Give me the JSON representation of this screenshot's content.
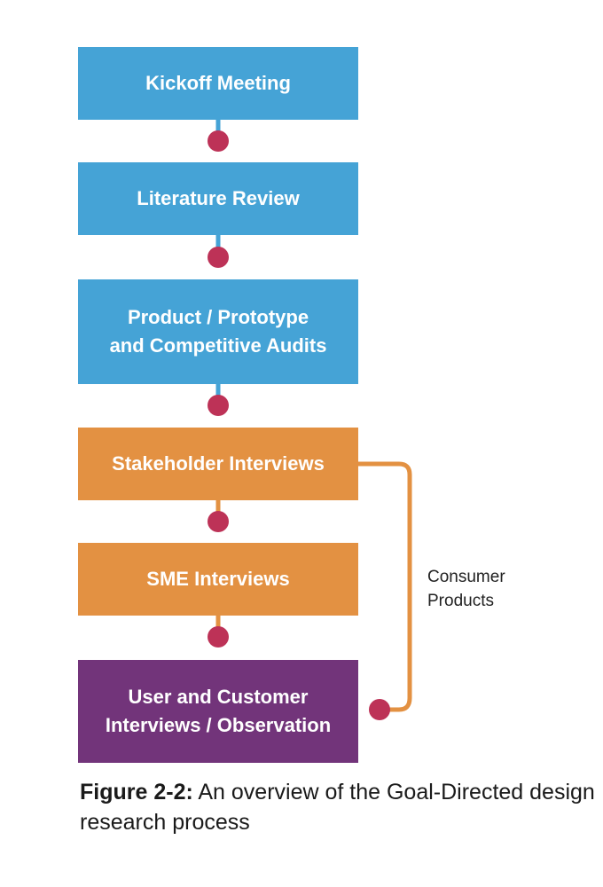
{
  "colors": {
    "blue": "#45a3d6",
    "orange": "#e39142",
    "purple": "#72347a",
    "dot": "#bd3257",
    "page_background": "#ffffff"
  },
  "steps": [
    {
      "label": "Kickoff Meeting",
      "color": "blue"
    },
    {
      "label": "Literature Review",
      "color": "blue"
    },
    {
      "label": "Product / Prototype\nand Competitive Audits",
      "color": "blue"
    },
    {
      "label": "Stakeholder Interviews",
      "color": "orange"
    },
    {
      "label": "SME Interviews",
      "color": "orange"
    },
    {
      "label": "User and Customer\nInterviews / Observation",
      "color": "purple"
    }
  ],
  "bypass": {
    "from_step": "Stakeholder Interviews",
    "to_step": "User and Customer Interviews / Observation",
    "label": "Consumer\nProducts"
  },
  "caption": {
    "label": "Figure 2-2:",
    "text": " An overview of the Goal-Directed design research process"
  }
}
